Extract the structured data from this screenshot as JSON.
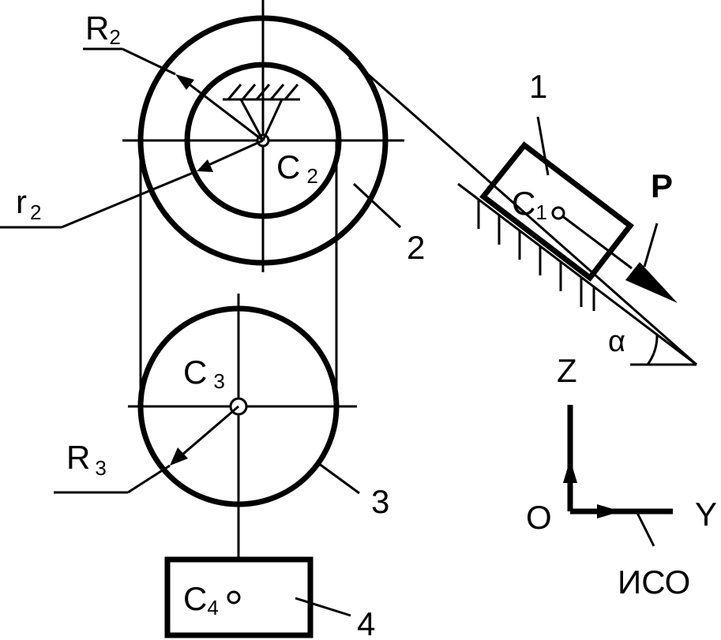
{
  "diagram": {
    "labels": {
      "R2_main": "R",
      "R2_sub": "2",
      "r2_main": "r",
      "r2_sub": "2",
      "C2_main": "C",
      "C2_sub": "2",
      "C3_main": "C",
      "C3_sub": "3",
      "R3_main": "R",
      "R3_sub": "3",
      "C1_main": "C",
      "C1_sub": "1",
      "C4_main": "C",
      "C4_sub": "4",
      "body1": "1",
      "body2": "2",
      "body3": "3",
      "body4": "4",
      "force": "P",
      "angle": "α",
      "axis_z": "Z",
      "axis_y": "Y",
      "origin": "O",
      "frame": "ИСО"
    }
  }
}
